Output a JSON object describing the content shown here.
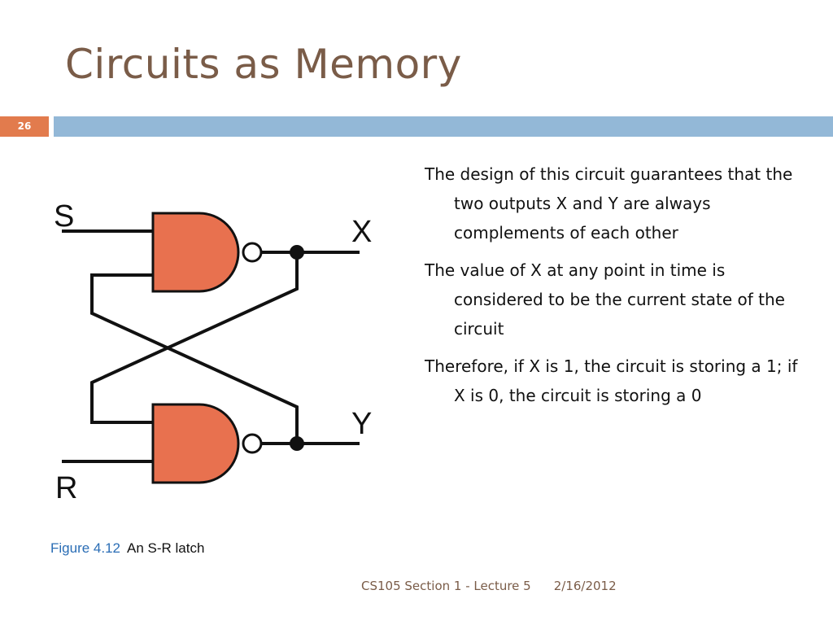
{
  "slide": {
    "title": "Circuits as Memory",
    "number": "26"
  },
  "diagram": {
    "input_s": "S",
    "input_r": "R",
    "output_x": "X",
    "output_y": "Y"
  },
  "caption": {
    "figure": "Figure 4.12",
    "text": "An S-R latch"
  },
  "bullets": [
    "The design of this circuit guarantees that the two outputs X and Y are always complements of each other",
    "The value of X at any point in time is considered to be the current state of the circuit",
    "Therefore, if X is 1, the circuit is storing a 1; if X is 0, the circuit is storing a 0"
  ],
  "footer": {
    "course": "CS105 Section 1 - Lecture 5",
    "date": "2/16/2012"
  },
  "colors": {
    "title": "#7a5c48",
    "accent_orange": "#e27b4d",
    "rule_blue": "#93b8d7",
    "gate_fill": "#e8714f",
    "figure_label": "#2a6db5"
  }
}
